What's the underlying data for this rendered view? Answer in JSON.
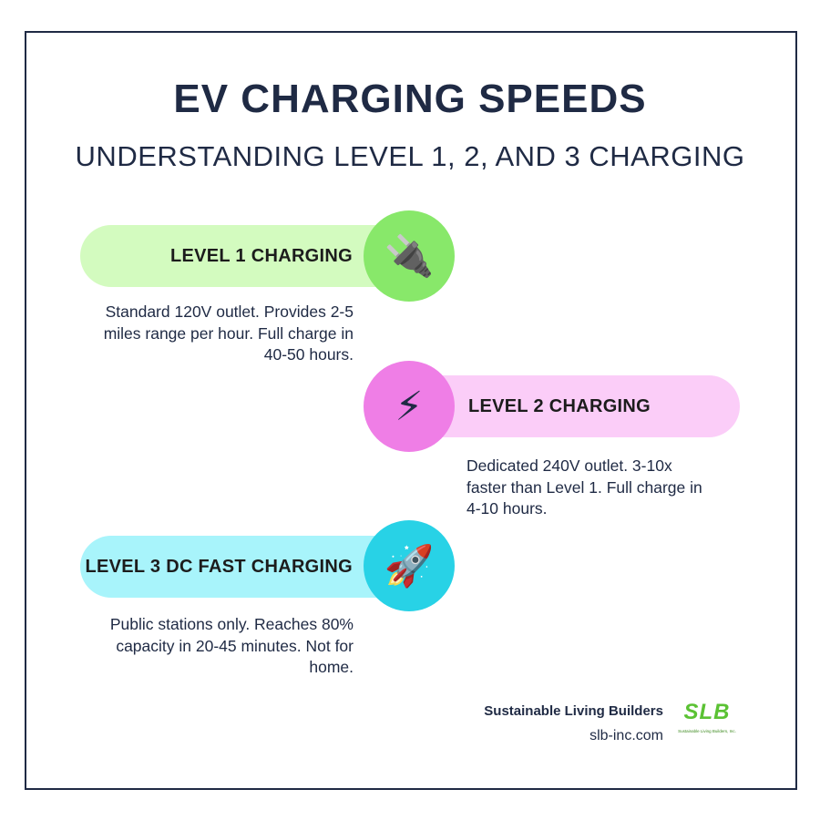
{
  "title": "EV CHARGING SPEEDS",
  "subtitle": "UNDERSTANDING LEVEL 1, 2, AND 3 CHARGING",
  "levels": [
    {
      "label": "LEVEL 1 CHARGING",
      "icon": "electric-plug-icon",
      "glyph": "🔌",
      "description": "Standard 120V outlet. Provides 2-5 miles range per hour. Full charge in 40-50 hours.",
      "pill_color": "#d3fbbf",
      "circle_color": "#88e86a"
    },
    {
      "label": "LEVEL 2 CHARGING",
      "icon": "lightning-bolt-icon",
      "glyph": "⚡",
      "description": "Dedicated 240V outlet. 3-10x faster than Level 1. Full charge in 4-10 hours.",
      "pill_color": "#fbcdf8",
      "circle_color": "#ef7ee6"
    },
    {
      "label": "LEVEL 3 DC FAST CHARGING",
      "icon": "rocket-icon",
      "glyph": "🚀",
      "description": "Public stations only. Reaches 80% capacity in 20-45 minutes. Not for home.",
      "pill_color": "#a8f4fb",
      "circle_color": "#28d2e6"
    }
  ],
  "footer": {
    "company": "Sustainable Living Builders",
    "website": "slb-inc.com",
    "logo_text": "SLB",
    "logo_subtext": "Sustainable Living Builders, Inc."
  }
}
